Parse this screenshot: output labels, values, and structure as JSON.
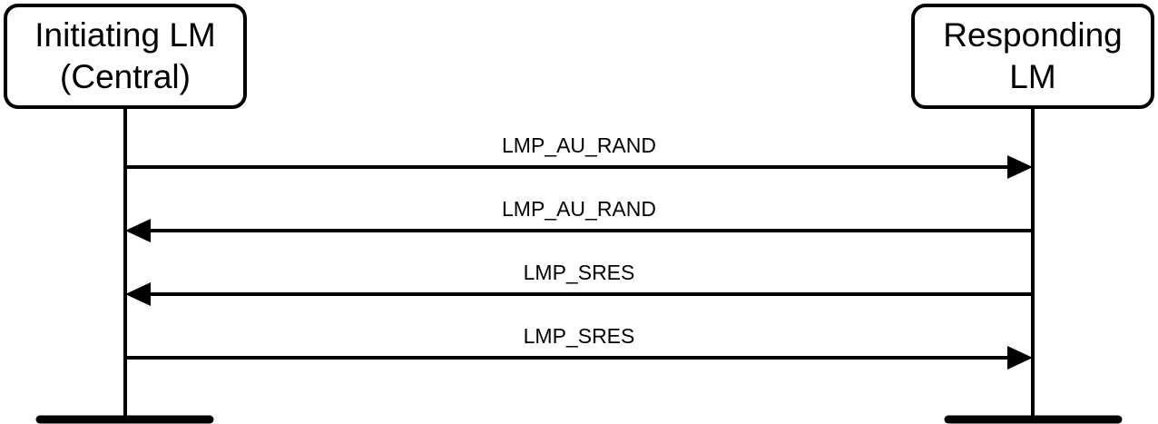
{
  "participants": {
    "initiator": {
      "line1": "Initiating LM",
      "line2": "(Central)"
    },
    "responder": {
      "line1": "Responding",
      "line2": "LM"
    }
  },
  "messages": [
    {
      "label": "LMP_AU_RAND",
      "direction": "initiator-to-responder"
    },
    {
      "label": "LMP_AU_RAND",
      "direction": "responder-to-initiator"
    },
    {
      "label": "LMP_SRES",
      "direction": "responder-to-initiator"
    },
    {
      "label": "LMP_SRES",
      "direction": "initiator-to-responder"
    }
  ]
}
